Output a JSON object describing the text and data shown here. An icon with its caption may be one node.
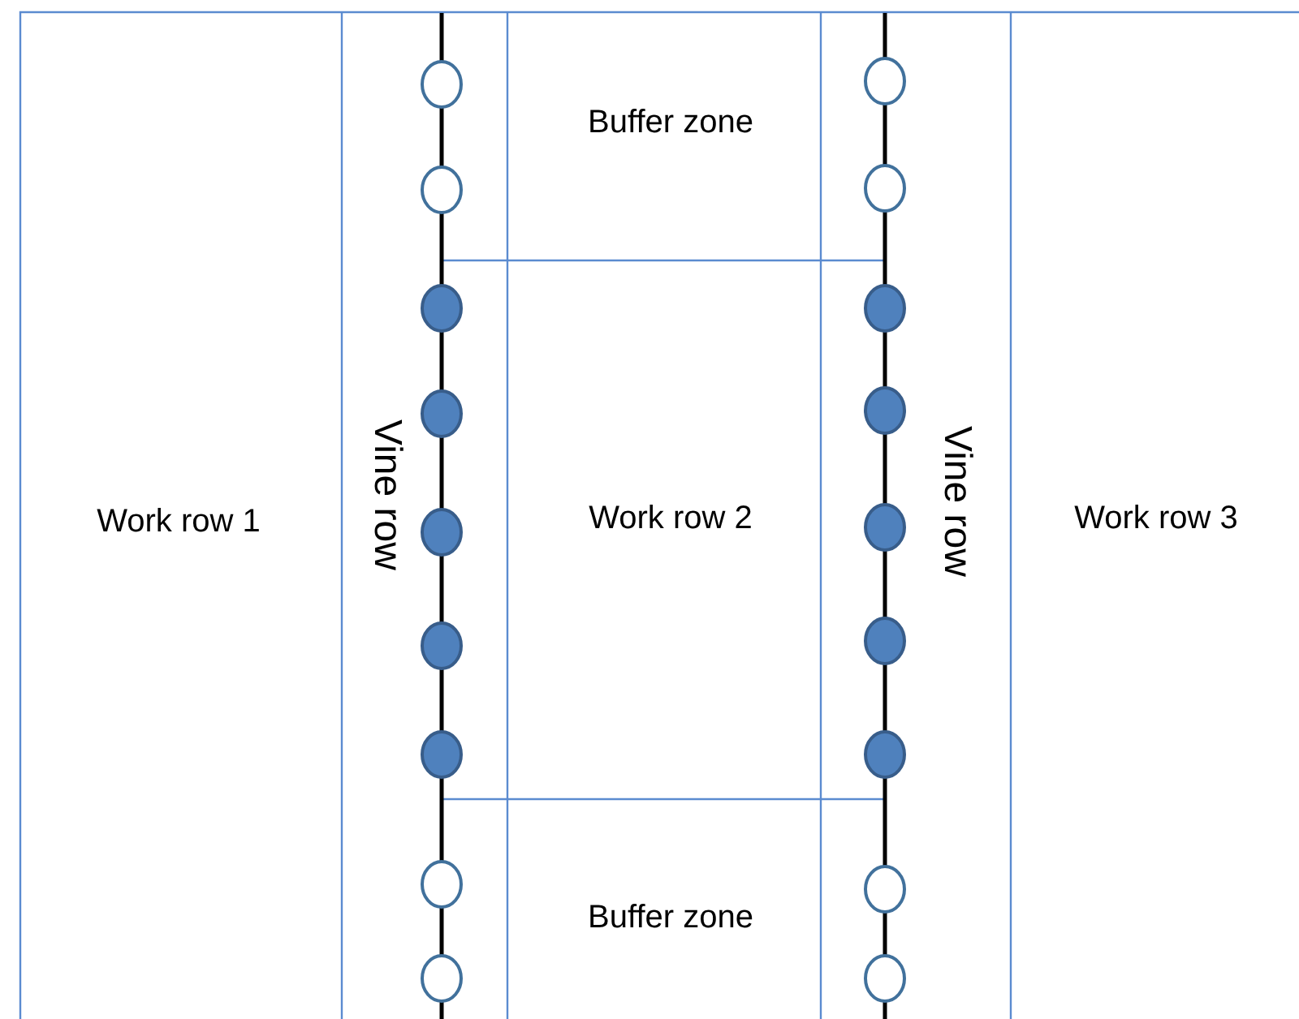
{
  "diagram": {
    "labels": [
      "Buffer zone",
      "Work row 1",
      "Vine row",
      "Work row 2",
      "Vine row",
      "Work row 3",
      "Buffer zone"
    ]
  }
}
